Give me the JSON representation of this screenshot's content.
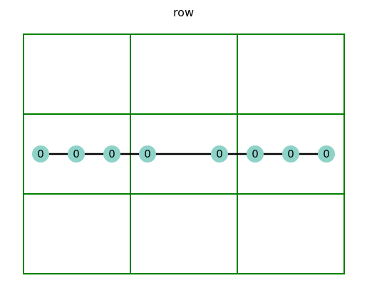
{
  "title": "row",
  "grid": {
    "rows": 3,
    "columns": 3,
    "line_color": "#008000"
  },
  "nodes": [
    {
      "id": "n0",
      "label": "0",
      "cell": [
        1,
        0
      ]
    },
    {
      "id": "n1",
      "label": "0",
      "cell": [
        1,
        0
      ]
    },
    {
      "id": "n2",
      "label": "0",
      "cell": [
        1,
        0
      ]
    },
    {
      "id": "n3",
      "label": "0",
      "cell": [
        1,
        1
      ]
    },
    {
      "id": "n4",
      "label": "0",
      "cell": [
        1,
        1
      ]
    },
    {
      "id": "n5",
      "label": "0",
      "cell": [
        1,
        2
      ]
    },
    {
      "id": "n6",
      "label": "0",
      "cell": [
        1,
        2
      ]
    },
    {
      "id": "n7",
      "label": "0",
      "cell": [
        1,
        2
      ]
    }
  ],
  "edges": [
    [
      "n0",
      "n1"
    ],
    [
      "n1",
      "n2"
    ],
    [
      "n2",
      "n3"
    ],
    [
      "n3",
      "n4"
    ],
    [
      "n4",
      "n5"
    ],
    [
      "n5",
      "n6"
    ],
    [
      "n6",
      "n7"
    ]
  ],
  "colors": {
    "node_fill": "#8dd3c7",
    "edge": "#000000",
    "label": "#000000"
  }
}
